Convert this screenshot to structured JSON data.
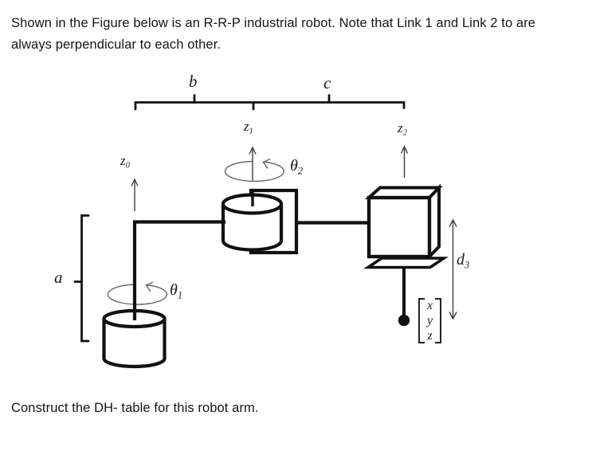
{
  "document": {
    "intro_line1": "Shown in the Figure below is an R-R-P industrial robot. Note that Link 1 and Link 2 to are",
    "intro_line2": "always perpendicular to each other.",
    "closing": "Construct the DH- table for this robot arm."
  },
  "figure": {
    "dimension_labels": {
      "b": "b",
      "c": "c",
      "a": "a",
      "d3": {
        "base": "d",
        "sub": "3"
      }
    },
    "axis_labels": {
      "z0": {
        "base": "z",
        "sub": "0"
      },
      "z1": {
        "base": "z",
        "sub": "1"
      },
      "z2": {
        "base": "z",
        "sub": "2"
      }
    },
    "joint_labels": {
      "theta1": {
        "base": "θ",
        "sub": "1"
      },
      "theta2": {
        "base": "θ",
        "sub": "2"
      }
    },
    "end_effector_vector": {
      "row1": "x",
      "row2": "y",
      "row3": "z"
    }
  },
  "colors": {
    "ink": "#111111",
    "thin_line": "#3f3f3f",
    "rotation_arrow": "#666666",
    "paper": "#ffffff"
  }
}
